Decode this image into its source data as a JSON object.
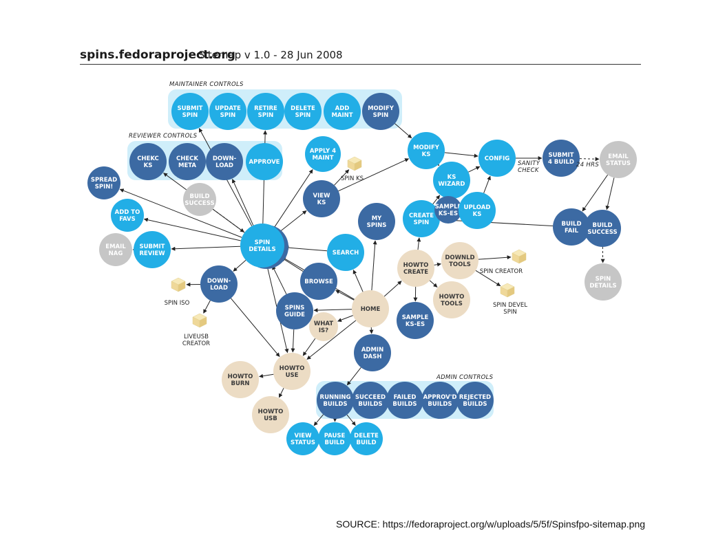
{
  "header": {
    "site": "spins.fedoraproject.org",
    "subtitle": "Sitemap v 1.0 - 28 Jun 2008"
  },
  "source": "SOURCE: https://fedoraproject.org/w/uploads/5/5f/Spinsfpo-sitemap.png",
  "colors": {
    "dark": "#3c6aa3",
    "light": "#22aee6",
    "tan": "#ecdcc4",
    "gray": "#c6c6c6",
    "panel": "#cfeefa",
    "box": "#f2e0a6"
  },
  "groups": [
    {
      "id": "maintainer",
      "label": "MAINTAINER CONTROLS"
    },
    {
      "id": "reviewer",
      "label": "REVIEWER CONTROLS"
    },
    {
      "id": "admin",
      "label": "ADMIN CONTROLS"
    }
  ],
  "nodes": [
    {
      "id": "submit-spin",
      "lines": [
        "SUBMIT",
        "SPIN"
      ],
      "color": "light"
    },
    {
      "id": "update-spin",
      "lines": [
        "UPDATE",
        "SPIN"
      ],
      "color": "light"
    },
    {
      "id": "retire-spin",
      "lines": [
        "RETIRE",
        "SPIN"
      ],
      "color": "light"
    },
    {
      "id": "delete-spin",
      "lines": [
        "DELETE",
        "SPIN"
      ],
      "color": "light"
    },
    {
      "id": "add-maint",
      "lines": [
        "ADD",
        "MAINT"
      ],
      "color": "light"
    },
    {
      "id": "modify-spin",
      "lines": [
        "MODIFY",
        "SPIN"
      ],
      "color": "dark"
    },
    {
      "id": "chekc-ks",
      "lines": [
        "CHEKC",
        "KS"
      ],
      "color": "dark"
    },
    {
      "id": "check-meta",
      "lines": [
        "CHECK",
        "META"
      ],
      "color": "dark"
    },
    {
      "id": "download-r",
      "lines": [
        "DOWN-",
        "LOAD"
      ],
      "color": "dark"
    },
    {
      "id": "approve",
      "lines": [
        "APPROVE"
      ],
      "color": "light"
    },
    {
      "id": "apply-maint",
      "lines": [
        "APPLY 4",
        "MAINT"
      ],
      "color": "light"
    },
    {
      "id": "spread-spin",
      "lines": [
        "SPREAD",
        "SPIN!"
      ],
      "color": "dark"
    },
    {
      "id": "build-success-gray",
      "lines": [
        "BUILD",
        "SUCCESS"
      ],
      "color": "gray"
    },
    {
      "id": "add-to-favs",
      "lines": [
        "ADD TO",
        "FAVS"
      ],
      "color": "light"
    },
    {
      "id": "email-nag",
      "lines": [
        "EMAIL",
        "NAG"
      ],
      "color": "gray"
    },
    {
      "id": "submit-review",
      "lines": [
        "SUBMIT",
        "REVIEW"
      ],
      "color": "light"
    },
    {
      "id": "spin-details",
      "lines": [
        "SPIN",
        "DETAILS"
      ],
      "color": "light"
    },
    {
      "id": "view-ks",
      "lines": [
        "VIEW",
        "KS"
      ],
      "color": "dark"
    },
    {
      "id": "my-spins",
      "lines": [
        "MY",
        "SPINS"
      ],
      "color": "dark"
    },
    {
      "id": "search",
      "lines": [
        "SEARCH"
      ],
      "color": "light"
    },
    {
      "id": "browse",
      "lines": [
        "BROWSE"
      ],
      "color": "dark"
    },
    {
      "id": "download-main",
      "lines": [
        "DOWN-",
        "LOAD"
      ],
      "color": "dark"
    },
    {
      "id": "spins-guide",
      "lines": [
        "SPINS",
        "GUIDE"
      ],
      "color": "dark"
    },
    {
      "id": "what-is",
      "lines": [
        "WHAT",
        "IS?"
      ],
      "color": "tan"
    },
    {
      "id": "home",
      "lines": [
        "HOME"
      ],
      "color": "tan"
    },
    {
      "id": "admin-dash",
      "lines": [
        "ADMIN",
        "DASH"
      ],
      "color": "dark"
    },
    {
      "id": "howto-use",
      "lines": [
        "HOWTO",
        "USE"
      ],
      "color": "tan"
    },
    {
      "id": "howto-burn",
      "lines": [
        "HOWTO",
        "BURN"
      ],
      "color": "tan"
    },
    {
      "id": "howto-usb",
      "lines": [
        "HOWTO",
        "USB"
      ],
      "color": "tan"
    },
    {
      "id": "howto-create",
      "lines": [
        "HOWTO",
        "CREATE"
      ],
      "color": "tan"
    },
    {
      "id": "downld-tools",
      "lines": [
        "DOWNLD",
        "TOOLS"
      ],
      "color": "tan"
    },
    {
      "id": "howto-tools",
      "lines": [
        "HOWTO",
        "TOOLS"
      ],
      "color": "tan"
    },
    {
      "id": "sample-kses-main",
      "lines": [
        "SAMPLE",
        "KS-ES"
      ],
      "color": "dark"
    },
    {
      "id": "create-spin",
      "lines": [
        "CREATE",
        "SPIN"
      ],
      "color": "light"
    },
    {
      "id": "modify-ks",
      "lines": [
        "MODIFY",
        "KS"
      ],
      "color": "light"
    },
    {
      "id": "ks-wizard",
      "lines": [
        "KS",
        "WIZARD"
      ],
      "color": "light"
    },
    {
      "id": "sample-kses-small",
      "lines": [
        "SAMPLE",
        "KS-ES"
      ],
      "color": "dark"
    },
    {
      "id": "upload-ks",
      "lines": [
        "UPLOAD",
        "KS"
      ],
      "color": "light"
    },
    {
      "id": "config",
      "lines": [
        "CONFIG"
      ],
      "color": "light"
    },
    {
      "id": "submit-build",
      "lines": [
        "SUBMIT",
        "4 BUILD"
      ],
      "color": "dark"
    },
    {
      "id": "email-status",
      "lines": [
        "EMAIL",
        "STATUS"
      ],
      "color": "gray"
    },
    {
      "id": "build-fail",
      "lines": [
        "BUILD",
        "FAIL"
      ],
      "color": "dark"
    },
    {
      "id": "build-success",
      "lines": [
        "BUILD",
        "SUCCESS"
      ],
      "color": "dark"
    },
    {
      "id": "spin-details-gray",
      "lines": [
        "SPIN",
        "DETAILS"
      ],
      "color": "gray"
    },
    {
      "id": "running-builds",
      "lines": [
        "RUNNING",
        "BUILDS"
      ],
      "color": "dark"
    },
    {
      "id": "succeed-builds",
      "lines": [
        "SUCCEED",
        "BUILDS"
      ],
      "color": "dark"
    },
    {
      "id": "failed-builds",
      "lines": [
        "FAILED",
        "BUILDS"
      ],
      "color": "dark"
    },
    {
      "id": "approvd-builds",
      "lines": [
        "APPROV'D",
        "BUILDS"
      ],
      "color": "dark"
    },
    {
      "id": "rejected-builds",
      "lines": [
        "REJECTED",
        "BUILDS"
      ],
      "color": "dark"
    },
    {
      "id": "view-status",
      "lines": [
        "VIEW",
        "STATUS"
      ],
      "color": "light"
    },
    {
      "id": "pause-build",
      "lines": [
        "PAUSE",
        "BUILD"
      ],
      "color": "light"
    },
    {
      "id": "delete-build",
      "lines": [
        "DELETE",
        "BUILD"
      ],
      "color": "light"
    }
  ],
  "files": [
    {
      "id": "spin-ks-file",
      "lines": [
        "SPIN KS"
      ]
    },
    {
      "id": "spin-iso-file",
      "lines": [
        "SPIN ISO"
      ]
    },
    {
      "id": "liveusb-file",
      "lines": [
        "LIVEUSB",
        "CREATOR"
      ]
    },
    {
      "id": "spin-creator-file",
      "lines": [
        "SPIN CREATOR"
      ]
    },
    {
      "id": "spin-devel-file",
      "lines": [
        "SPIN DEVEL",
        "SPIN"
      ]
    }
  ],
  "edge_labels": [
    {
      "id": "sanity",
      "lines": [
        "SANITY",
        "CHECK"
      ]
    },
    {
      "id": "hrs",
      "lines": [
        "24 HRS"
      ]
    }
  ],
  "edges": [
    {
      "from": "spin-details",
      "to": "spread-spin"
    },
    {
      "from": "spin-details",
      "to": "add-to-favs"
    },
    {
      "from": "spin-details",
      "to": "submit-review"
    },
    {
      "from": "submit-review",
      "to": "email-nag"
    },
    {
      "from": "spin-details",
      "to": "chekc-ks"
    },
    {
      "from": "spin-details",
      "to": "download-r"
    },
    {
      "from": "spin-details",
      "to": "submit-spin"
    },
    {
      "from": "spin-details",
      "to": "retire-spin"
    },
    {
      "from": "spin-details",
      "to": "apply-maint"
    },
    {
      "from": "spin-details",
      "to": "view-ks"
    },
    {
      "from": "build-success-gray",
      "to": "spin-details",
      "dashed": true
    },
    {
      "from": "search",
      "to": "spin-details"
    },
    {
      "from": "browse",
      "to": "spin-details"
    },
    {
      "from": "spin-details",
      "to": "download-main"
    },
    {
      "from": "spin-details",
      "to": "howto-use"
    },
    {
      "from": "spins-guide",
      "to": "spin-details"
    },
    {
      "from": "home",
      "to": "spin-details"
    },
    {
      "from": "view-ks",
      "to": "spin-ks-file"
    },
    {
      "from": "view-ks",
      "to": "modify-ks"
    },
    {
      "from": "modify-spin",
      "to": "modify-ks"
    },
    {
      "from": "modify-ks",
      "to": "config"
    },
    {
      "from": "modify-ks",
      "to": "ks-wizard"
    },
    {
      "from": "ks-wizard",
      "to": "config"
    },
    {
      "from": "upload-ks",
      "to": "config"
    },
    {
      "from": "sample-kses-small",
      "to": "ks-wizard"
    },
    {
      "from": "create-spin",
      "to": "ks-wizard"
    },
    {
      "from": "config",
      "to": "submit-build"
    },
    {
      "from": "submit-build",
      "to": "email-status",
      "dashed": true
    },
    {
      "from": "email-status",
      "to": "build-fail"
    },
    {
      "from": "email-status",
      "to": "build-success"
    },
    {
      "from": "build-fail",
      "to": "create-spin"
    },
    {
      "from": "build-success",
      "to": "spin-details-gray",
      "dashed": true
    },
    {
      "from": "home",
      "to": "my-spins"
    },
    {
      "from": "home",
      "to": "search"
    },
    {
      "from": "home",
      "to": "browse"
    },
    {
      "from": "home",
      "to": "spins-guide"
    },
    {
      "from": "home",
      "to": "what-is"
    },
    {
      "from": "home",
      "to": "howto-create"
    },
    {
      "from": "home",
      "to": "admin-dash"
    },
    {
      "from": "home",
      "to": "howto-use"
    },
    {
      "from": "howto-create",
      "to": "create-spin"
    },
    {
      "from": "howto-create",
      "to": "downld-tools"
    },
    {
      "from": "howto-create",
      "to": "howto-tools"
    },
    {
      "from": "howto-create",
      "to": "sample-kses-main"
    },
    {
      "from": "downld-tools",
      "to": "spin-creator-file"
    },
    {
      "from": "downld-tools",
      "to": "spin-devel-file"
    },
    {
      "from": "download-main",
      "to": "spin-iso-file"
    },
    {
      "from": "download-main",
      "to": "liveusb-file"
    },
    {
      "from": "download-main",
      "to": "howto-use"
    },
    {
      "from": "spins-guide",
      "to": "howto-use"
    },
    {
      "from": "what-is",
      "to": "howto-use"
    },
    {
      "from": "howto-use",
      "to": "howto-burn"
    },
    {
      "from": "howto-use",
      "to": "howto-usb"
    },
    {
      "from": "admin-dash",
      "to": "running-builds"
    },
    {
      "from": "running-builds",
      "to": "view-status"
    },
    {
      "from": "running-builds",
      "to": "pause-build"
    },
    {
      "from": "running-builds",
      "to": "delete-build"
    }
  ]
}
